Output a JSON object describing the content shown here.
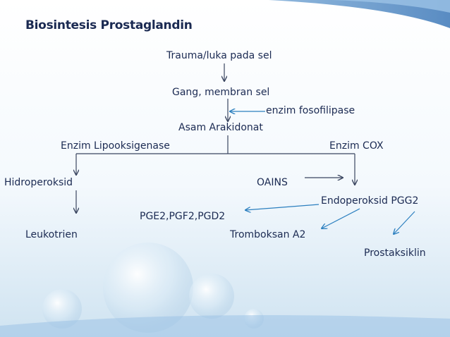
{
  "slide": {
    "title": "Biosintesis Prostaglandin",
    "nodes": {
      "trauma": "Trauma/luka pada sel",
      "gangguan": "Gang, membran sel",
      "fosfolipase": "enzim fosofilipase",
      "arakidonat": "Asam Arakidonat",
      "lipooksigenase": "Enzim Lipooksigenase",
      "cox": "Enzim COX",
      "hidroperoksid": "Hidroperoksid",
      "oains": "OAINS",
      "endoperoksid": "Endoperoksid PGG2",
      "pge": "PGE2,PGF2,PGD2",
      "leukotrien": "Leukotrien",
      "tromboksan": "Tromboksan A2",
      "prostaksiklin": "Prostaksiklin"
    }
  },
  "colors": {
    "text": "#1b2a52",
    "line": "#3b4660",
    "blue_arrow": "#2b7fbf",
    "swoosh": "#4d86c2",
    "background_bottom": "#cfe3f1"
  }
}
